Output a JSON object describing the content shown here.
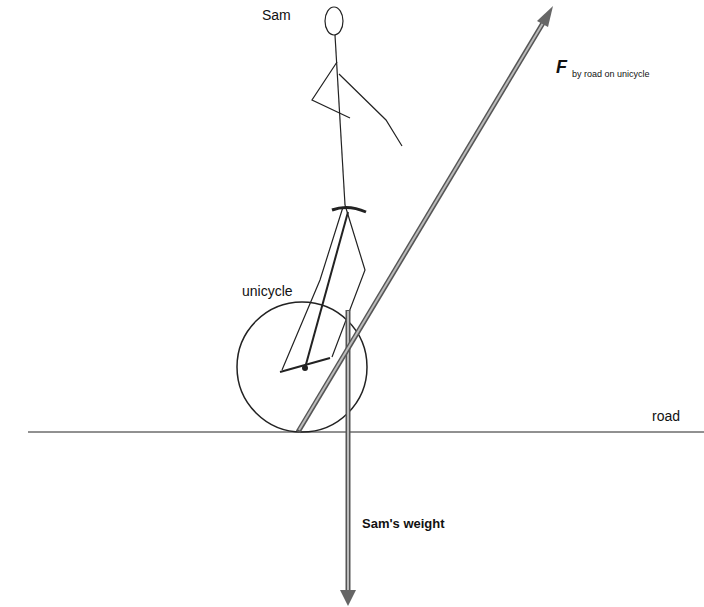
{
  "diagram": {
    "labels": [
      "Sam",
      "F",
      "by road on unicycle",
      "unicycle",
      "road",
      "Sam's weight"
    ]
  }
}
